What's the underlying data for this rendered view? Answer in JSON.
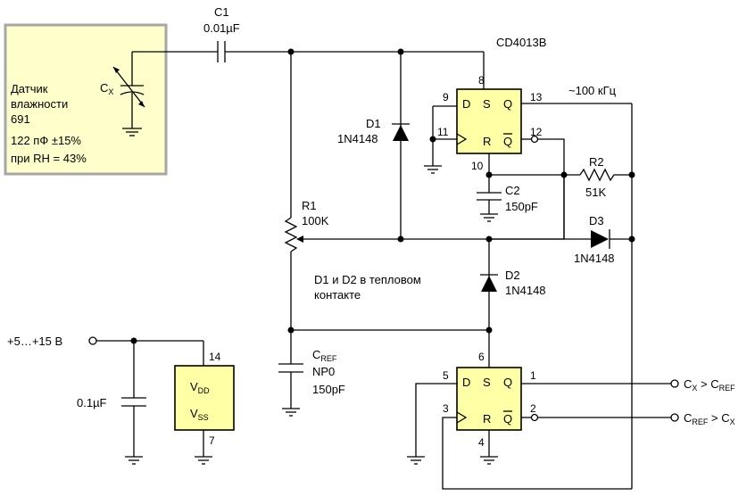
{
  "sensor": {
    "line1": "Датчик",
    "line2": "влажности",
    "line3": "691",
    "line4": "122 пФ ±15%",
    "line5": "при RH = 43%",
    "cap_label": "C",
    "cap_sub": "X",
    "fill": "#ffffcc",
    "border": "#a6a6a6"
  },
  "c1": {
    "name": "C1",
    "value": "0.01µF"
  },
  "ic": {
    "name": "CD4013B",
    "freq": "~100 кГц"
  },
  "d1": {
    "name": "D1",
    "part": "1N4148"
  },
  "r1": {
    "name": "R1",
    "value": "100K"
  },
  "r2": {
    "name": "R2",
    "value": "51K"
  },
  "c2": {
    "name": "C2",
    "value": "150pF"
  },
  "d2": {
    "name": "D2",
    "part": "1N4148"
  },
  "d3": {
    "name": "D3",
    "part": "1N4148"
  },
  "note": {
    "line1": "D1 и D2 в тепловом",
    "line2": "контакте"
  },
  "cref": {
    "name": "C",
    "sub": "REF",
    "type": "NP0",
    "value": "150pF"
  },
  "power": {
    "supply": "+5…+15 В",
    "decoupling": "0.1µF",
    "vdd": "V",
    "vdd_sub": "DD",
    "vss": "V",
    "vss_sub": "SS",
    "pin_vdd": "14",
    "pin_vss": "7"
  },
  "ff1": {
    "d": "D",
    "s": "S",
    "q": "Q",
    "r": "R",
    "qbar": "Q",
    "pin_s": "8",
    "pin_d": "9",
    "pin_clk": "11",
    "pin_r": "10",
    "pin_q": "13",
    "pin_qbar": "12"
  },
  "ff2": {
    "d": "D",
    "s": "S",
    "q": "Q",
    "r": "R",
    "qbar": "Q",
    "pin_s": "6",
    "pin_d": "5",
    "pin_clk": "3",
    "pin_r": "4",
    "pin_q": "1",
    "pin_qbar": "2"
  },
  "outputs": {
    "out1_a": "C",
    "out1_a_sub": "X",
    "out1_op": " > C",
    "out1_b_sub": "REF",
    "out2_a": "C",
    "out2_a_sub": "REF",
    "out2_op": " > C",
    "out2_b_sub": "X"
  },
  "colors": {
    "chip": "#ffffa6",
    "wire": "#000000"
  }
}
